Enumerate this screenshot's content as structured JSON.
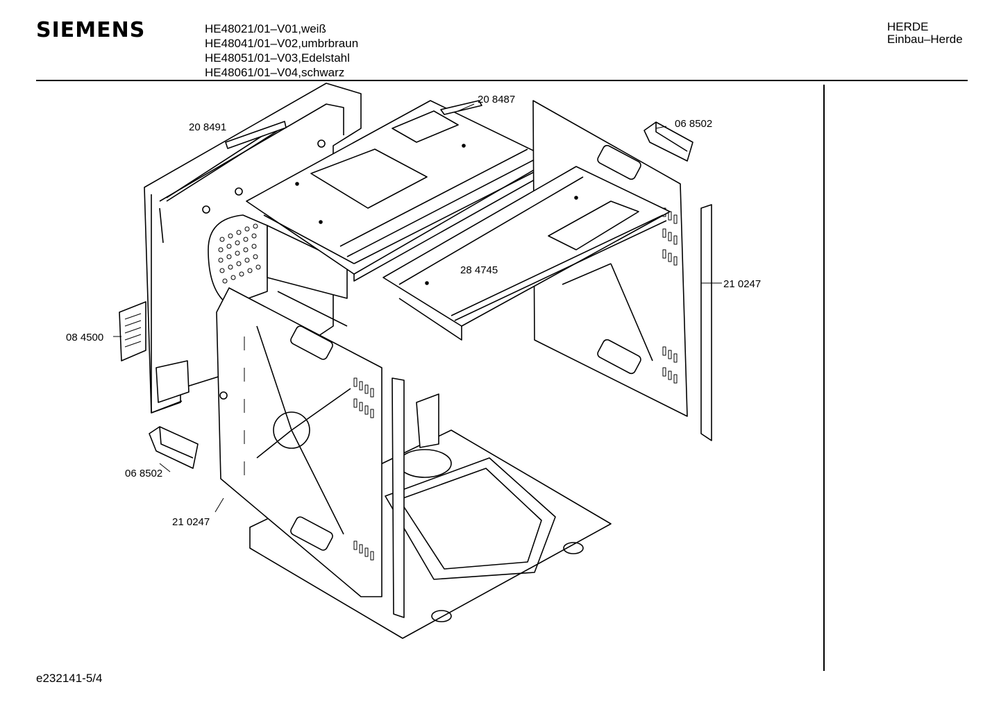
{
  "header": {
    "brand": "SIEMENS",
    "models": [
      "HE48021/01–V01,weiß",
      "HE48041/01–V02,umbrbraun",
      "HE48051/01–V03,Edelstahl",
      "HE48061/01–V04,schwarz"
    ],
    "category_line1": "HERDE",
    "category_line2": "Einbau–Herde"
  },
  "parts": {
    "top_cover": "20 8487",
    "left_side_wall": "20 8491",
    "handle_right": "06 8502",
    "rack_rail": "28 4745",
    "side_panel_right": "21 0247",
    "connector": "08 4500",
    "handle_left": "06 8502",
    "side_panel_left": "21 0247"
  },
  "footer": {
    "code": "e232141-5/4"
  }
}
